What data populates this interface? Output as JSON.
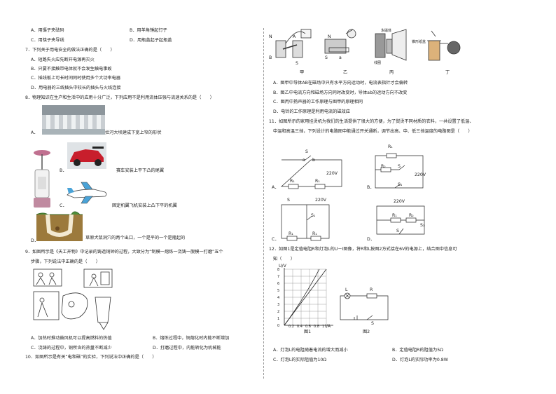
{
  "left": {
    "q6_options": {
      "A": "A．用镊子夹砝码",
      "B": "B．用羊角锤起钉子",
      "C": "C．用筷子夹导线",
      "D": "D．用瓶盖起子起瓶盖"
    },
    "q7": {
      "stem": "7．下列关于用电安全的做法正确的是（　　）",
      "A": "A．短路失火应先断开电源再灭火",
      "B": "B．只要不接触带电体就不会发生触电事故",
      "C": "C．插线板上可长时间同时使用多个大功率电器",
      "D": "D．用电器的三线插头中较长的插头与火线连接"
    },
    "q8": {
      "stem": "8．物理知识在生产和生活中的应用十分广泛，下列应用不是利用流体压强与流速关系的是（　　）",
      "A": "A．",
      "A_text": "拦河大坝建成下宽上窄的形状",
      "B": "B．",
      "B_text": "赛车安装上平下凸的尾翼",
      "C": "C．",
      "C_text": "固定机翼飞机安装上凸下平的机翼",
      "D": "D．",
      "D_text": "草原犬鼠洞穴的两个出口，一个是平的一个是隆起的"
    },
    "q9": {
      "stem1": "9．如图所示是《天工开物》中记录的铸造铜钟的过程，大致分为“制模一熔炼一浇铸一脱模一打磨”五个",
      "stem2": "步骤，下列说法中正确的是（　　）",
      "A": "A．加热时推动鼓风机可以提高燃料的热值",
      "B": "B．熔炼过程中，铜熔化时内能不断增加",
      "C": "C．浇铸的过程中，铜所含的热量不断减少",
      "D": "D．打磨过程中，内能转化为机械能"
    },
    "q10": {
      "stem": "10．如图所示是有关“电和磁”的实验，下列说法中正确的是（　　）"
    }
  },
  "right": {
    "fig_labels": [
      "甲",
      "乙",
      "丙",
      "丁"
    ],
    "q10_options": {
      "A": "A．图甲中导体AB在磁场中只有水平方向运动时，电流表指针才会偏转",
      "B": "B．图乙中电流方向和磁场方向同时改变时，导体ab的运动方向不改变",
      "C": "C．图丙中扬声器的工作原理与图甲的原理相同",
      "D": "D．电铃的工作原理是利用电流的磁效应"
    },
    "fig_bing_labels": {
      "coil": "永磁体",
      "cone": "锥形纸盆",
      "wire": "线圈"
    },
    "q11": {
      "stem1": "11．如图所示的家用挂烫机为我们的生活提供了很大的方便，为了熨烫不同材质的衣料，一共设置了低温、",
      "stem2": "中温和高温三挡，下列设计的电路图中能通过开关通断，调节出高、中、低三挡温度的电路图是（　　）",
      "A": "A．",
      "B": "B．",
      "C": "C．",
      "D": "D．"
    },
    "circuit_labels": {
      "S": "S",
      "S1": "S₁",
      "R1": "R₁",
      "R2": "R₂",
      "V": "220V",
      "a": "a",
      "b": "b"
    },
    "q12": {
      "stem1": "12．如图1是定值电阻R和灯泡L的U－I图像，将R和L按图2方式接在6V的电源上，结合图中信息可",
      "stem2": "知（　　）",
      "A": "A．灯泡L的电阻随着电流的增大而减小",
      "B": "B．定值电阻R的阻值为5Ω",
      "C": "C．灯泡L的实际阻值为10Ω",
      "D": "D．灯泡L的实际功率为0.8W"
    },
    "graph": {
      "ylabel": "U/V",
      "xlabel": "I/A",
      "yticks": [
        "8",
        "7",
        "6",
        "5",
        "4",
        "3",
        "2",
        "1",
        "0"
      ],
      "xticks": [
        "0.2",
        "0.4",
        "0.6",
        "0.8",
        "1"
      ],
      "fig1": "图1",
      "fig2": "图2",
      "L": "L",
      "R": "R",
      "S": "S"
    }
  }
}
